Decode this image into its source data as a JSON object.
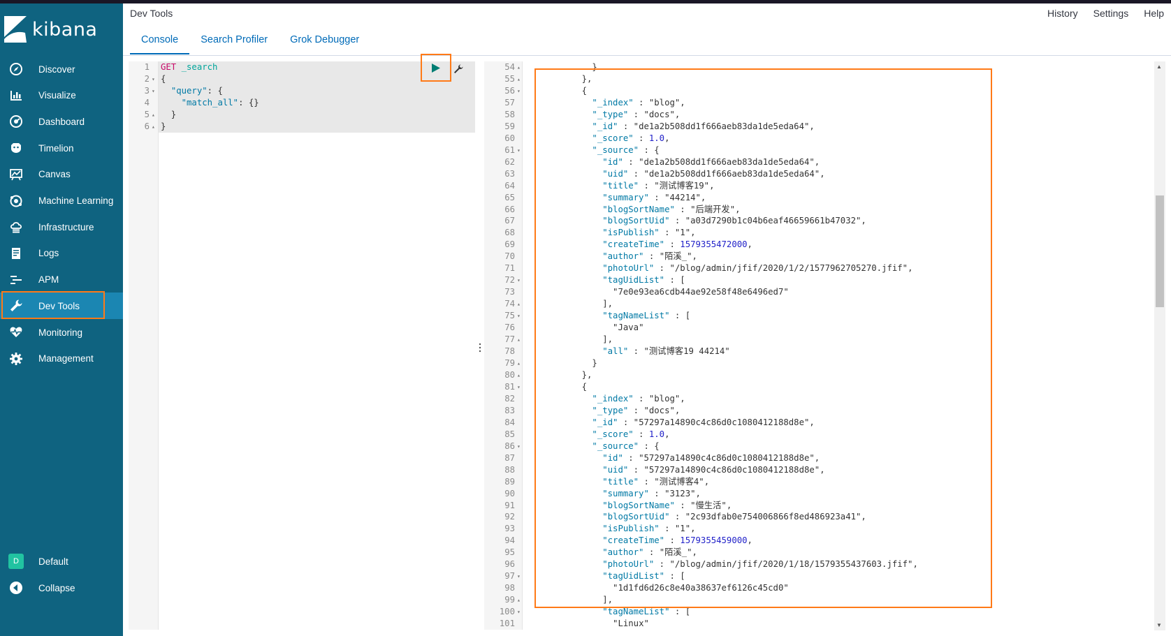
{
  "app": {
    "logo_text": "kibana",
    "title": "Dev Tools"
  },
  "topnav": {
    "history": "History",
    "settings": "Settings",
    "help": "Help"
  },
  "sidebar": {
    "items": [
      {
        "label": "Discover",
        "icon": "compass-icon"
      },
      {
        "label": "Visualize",
        "icon": "bar-chart-icon"
      },
      {
        "label": "Dashboard",
        "icon": "dashboard-icon"
      },
      {
        "label": "Timelion",
        "icon": "timelion-icon"
      },
      {
        "label": "Canvas",
        "icon": "canvas-icon"
      },
      {
        "label": "Machine Learning",
        "icon": "machine-learning-icon"
      },
      {
        "label": "Infrastructure",
        "icon": "infrastructure-icon"
      },
      {
        "label": "Logs",
        "icon": "logs-icon"
      },
      {
        "label": "APM",
        "icon": "apm-icon"
      },
      {
        "label": "Dev Tools",
        "icon": "wrench-icon",
        "active": true
      },
      {
        "label": "Monitoring",
        "icon": "heartbeat-icon"
      },
      {
        "label": "Management",
        "icon": "gear-icon"
      }
    ],
    "space": {
      "avatar_letter": "D",
      "label": "Default"
    },
    "collapse": {
      "label": "Collapse"
    },
    "accent_color": "#ff7a17",
    "background_color": "#0f6380"
  },
  "tabs": [
    {
      "label": "Console",
      "active": true
    },
    {
      "label": "Search Profiler"
    },
    {
      "label": "Grok Debugger"
    }
  ],
  "request_editor": {
    "lines": [
      {
        "n": "1",
        "fold": "",
        "tokens": [
          [
            "method",
            "GET"
          ],
          [
            "plain",
            " "
          ],
          [
            "url",
            "_search"
          ]
        ]
      },
      {
        "n": "2",
        "fold": "▾",
        "tokens": [
          [
            "plain",
            "{"
          ]
        ]
      },
      {
        "n": "3",
        "fold": "▾",
        "tokens": [
          [
            "plain",
            "  "
          ],
          [
            "key",
            "\"query\""
          ],
          [
            "plain",
            ": {"
          ]
        ]
      },
      {
        "n": "4",
        "fold": "",
        "tokens": [
          [
            "plain",
            "    "
          ],
          [
            "key",
            "\"match_all\""
          ],
          [
            "plain",
            ": {}"
          ]
        ]
      },
      {
        "n": "5",
        "fold": "▴",
        "tokens": [
          [
            "plain",
            "  }"
          ]
        ]
      },
      {
        "n": "6",
        "fold": "▴",
        "tokens": [
          [
            "plain",
            "}"
          ]
        ]
      }
    ]
  },
  "response_editor": {
    "lines": [
      {
        "n": "54",
        "fold": "▴",
        "tokens": [
          [
            "plain",
            "      }"
          ]
        ]
      },
      {
        "n": "55",
        "fold": "▴",
        "tokens": [
          [
            "plain",
            "    },"
          ]
        ]
      },
      {
        "n": "56",
        "fold": "▾",
        "tokens": [
          [
            "plain",
            "    {"
          ]
        ]
      },
      {
        "n": "57",
        "fold": "",
        "tokens": [
          [
            "plain",
            "      "
          ],
          [
            "key",
            "\"_index\""
          ],
          [
            "plain",
            " : "
          ],
          [
            "str",
            "\"blog\""
          ],
          [
            "plain",
            ","
          ]
        ]
      },
      {
        "n": "58",
        "fold": "",
        "tokens": [
          [
            "plain",
            "      "
          ],
          [
            "key",
            "\"_type\""
          ],
          [
            "plain",
            " : "
          ],
          [
            "str",
            "\"docs\""
          ],
          [
            "plain",
            ","
          ]
        ]
      },
      {
        "n": "59",
        "fold": "",
        "tokens": [
          [
            "plain",
            "      "
          ],
          [
            "key",
            "\"_id\""
          ],
          [
            "plain",
            " : "
          ],
          [
            "str",
            "\"de1a2b508dd1f666aeb83da1de5eda64\""
          ],
          [
            "plain",
            ","
          ]
        ]
      },
      {
        "n": "60",
        "fold": "",
        "tokens": [
          [
            "plain",
            "      "
          ],
          [
            "key",
            "\"_score\""
          ],
          [
            "plain",
            " : "
          ],
          [
            "num",
            "1.0"
          ],
          [
            "plain",
            ","
          ]
        ]
      },
      {
        "n": "61",
        "fold": "▾",
        "tokens": [
          [
            "plain",
            "      "
          ],
          [
            "key",
            "\"_source\""
          ],
          [
            "plain",
            " : {"
          ]
        ]
      },
      {
        "n": "62",
        "fold": "",
        "tokens": [
          [
            "plain",
            "        "
          ],
          [
            "key",
            "\"id\""
          ],
          [
            "plain",
            " : "
          ],
          [
            "str",
            "\"de1a2b508dd1f666aeb83da1de5eda64\""
          ],
          [
            "plain",
            ","
          ]
        ]
      },
      {
        "n": "63",
        "fold": "",
        "tokens": [
          [
            "plain",
            "        "
          ],
          [
            "key",
            "\"uid\""
          ],
          [
            "plain",
            " : "
          ],
          [
            "str",
            "\"de1a2b508dd1f666aeb83da1de5eda64\""
          ],
          [
            "plain",
            ","
          ]
        ]
      },
      {
        "n": "64",
        "fold": "",
        "tokens": [
          [
            "plain",
            "        "
          ],
          [
            "key",
            "\"title\""
          ],
          [
            "plain",
            " : "
          ],
          [
            "str",
            "\"测试博客19\""
          ],
          [
            "plain",
            ","
          ]
        ]
      },
      {
        "n": "65",
        "fold": "",
        "tokens": [
          [
            "plain",
            "        "
          ],
          [
            "key",
            "\"summary\""
          ],
          [
            "plain",
            " : "
          ],
          [
            "str",
            "\"44214\""
          ],
          [
            "plain",
            ","
          ]
        ]
      },
      {
        "n": "66",
        "fold": "",
        "tokens": [
          [
            "plain",
            "        "
          ],
          [
            "key",
            "\"blogSortName\""
          ],
          [
            "plain",
            " : "
          ],
          [
            "str",
            "\"后端开发\""
          ],
          [
            "plain",
            ","
          ]
        ]
      },
      {
        "n": "67",
        "fold": "",
        "tokens": [
          [
            "plain",
            "        "
          ],
          [
            "key",
            "\"blogSortUid\""
          ],
          [
            "plain",
            " : "
          ],
          [
            "str",
            "\"a03d7290b1c04b6eaf46659661b47032\""
          ],
          [
            "plain",
            ","
          ]
        ]
      },
      {
        "n": "68",
        "fold": "",
        "tokens": [
          [
            "plain",
            "        "
          ],
          [
            "key",
            "\"isPublish\""
          ],
          [
            "plain",
            " : "
          ],
          [
            "str",
            "\"1\""
          ],
          [
            "plain",
            ","
          ]
        ]
      },
      {
        "n": "69",
        "fold": "",
        "tokens": [
          [
            "plain",
            "        "
          ],
          [
            "key",
            "\"createTime\""
          ],
          [
            "plain",
            " : "
          ],
          [
            "num",
            "1579355472000"
          ],
          [
            "plain",
            ","
          ]
        ]
      },
      {
        "n": "70",
        "fold": "",
        "tokens": [
          [
            "plain",
            "        "
          ],
          [
            "key",
            "\"author\""
          ],
          [
            "plain",
            " : "
          ],
          [
            "str",
            "\"陌溪_\""
          ],
          [
            "plain",
            ","
          ]
        ]
      },
      {
        "n": "71",
        "fold": "",
        "tokens": [
          [
            "plain",
            "        "
          ],
          [
            "key",
            "\"photoUrl\""
          ],
          [
            "plain",
            " : "
          ],
          [
            "str",
            "\"/blog/admin/jfif/2020/1/2/1577962705270.jfif\""
          ],
          [
            "plain",
            ","
          ]
        ]
      },
      {
        "n": "72",
        "fold": "▾",
        "tokens": [
          [
            "plain",
            "        "
          ],
          [
            "key",
            "\"tagUidList\""
          ],
          [
            "plain",
            " : ["
          ]
        ]
      },
      {
        "n": "73",
        "fold": "",
        "tokens": [
          [
            "plain",
            "          "
          ],
          [
            "str",
            "\"7e0e93ea6cdb44ae92e58f48e6496ed7\""
          ]
        ]
      },
      {
        "n": "74",
        "fold": "▴",
        "tokens": [
          [
            "plain",
            "        ],"
          ]
        ]
      },
      {
        "n": "75",
        "fold": "▾",
        "tokens": [
          [
            "plain",
            "        "
          ],
          [
            "key",
            "\"tagNameList\""
          ],
          [
            "plain",
            " : ["
          ]
        ]
      },
      {
        "n": "76",
        "fold": "",
        "tokens": [
          [
            "plain",
            "          "
          ],
          [
            "str",
            "\"Java\""
          ]
        ]
      },
      {
        "n": "77",
        "fold": "▴",
        "tokens": [
          [
            "plain",
            "        ],"
          ]
        ]
      },
      {
        "n": "78",
        "fold": "",
        "tokens": [
          [
            "plain",
            "        "
          ],
          [
            "key",
            "\"all\""
          ],
          [
            "plain",
            " : "
          ],
          [
            "str",
            "\"测试博客19 44214\""
          ]
        ]
      },
      {
        "n": "79",
        "fold": "▴",
        "tokens": [
          [
            "plain",
            "      }"
          ]
        ]
      },
      {
        "n": "80",
        "fold": "▴",
        "tokens": [
          [
            "plain",
            "    },"
          ]
        ]
      },
      {
        "n": "81",
        "fold": "▾",
        "tokens": [
          [
            "plain",
            "    {"
          ]
        ]
      },
      {
        "n": "82",
        "fold": "",
        "tokens": [
          [
            "plain",
            "      "
          ],
          [
            "key",
            "\"_index\""
          ],
          [
            "plain",
            " : "
          ],
          [
            "str",
            "\"blog\""
          ],
          [
            "plain",
            ","
          ]
        ]
      },
      {
        "n": "83",
        "fold": "",
        "tokens": [
          [
            "plain",
            "      "
          ],
          [
            "key",
            "\"_type\""
          ],
          [
            "plain",
            " : "
          ],
          [
            "str",
            "\"docs\""
          ],
          [
            "plain",
            ","
          ]
        ]
      },
      {
        "n": "84",
        "fold": "",
        "tokens": [
          [
            "plain",
            "      "
          ],
          [
            "key",
            "\"_id\""
          ],
          [
            "plain",
            " : "
          ],
          [
            "str",
            "\"57297a14890c4c86d0c1080412188d8e\""
          ],
          [
            "plain",
            ","
          ]
        ]
      },
      {
        "n": "85",
        "fold": "",
        "tokens": [
          [
            "plain",
            "      "
          ],
          [
            "key",
            "\"_score\""
          ],
          [
            "plain",
            " : "
          ],
          [
            "num",
            "1.0"
          ],
          [
            "plain",
            ","
          ]
        ]
      },
      {
        "n": "86",
        "fold": "▾",
        "tokens": [
          [
            "plain",
            "      "
          ],
          [
            "key",
            "\"_source\""
          ],
          [
            "plain",
            " : {"
          ]
        ]
      },
      {
        "n": "87",
        "fold": "",
        "tokens": [
          [
            "plain",
            "        "
          ],
          [
            "key",
            "\"id\""
          ],
          [
            "plain",
            " : "
          ],
          [
            "str",
            "\"57297a14890c4c86d0c1080412188d8e\""
          ],
          [
            "plain",
            ","
          ]
        ]
      },
      {
        "n": "88",
        "fold": "",
        "tokens": [
          [
            "plain",
            "        "
          ],
          [
            "key",
            "\"uid\""
          ],
          [
            "plain",
            " : "
          ],
          [
            "str",
            "\"57297a14890c4c86d0c1080412188d8e\""
          ],
          [
            "plain",
            ","
          ]
        ]
      },
      {
        "n": "89",
        "fold": "",
        "tokens": [
          [
            "plain",
            "        "
          ],
          [
            "key",
            "\"title\""
          ],
          [
            "plain",
            " : "
          ],
          [
            "str",
            "\"测试博客4\""
          ],
          [
            "plain",
            ","
          ]
        ]
      },
      {
        "n": "90",
        "fold": "",
        "tokens": [
          [
            "plain",
            "        "
          ],
          [
            "key",
            "\"summary\""
          ],
          [
            "plain",
            " : "
          ],
          [
            "str",
            "\"3123\""
          ],
          [
            "plain",
            ","
          ]
        ]
      },
      {
        "n": "91",
        "fold": "",
        "tokens": [
          [
            "plain",
            "        "
          ],
          [
            "key",
            "\"blogSortName\""
          ],
          [
            "plain",
            " : "
          ],
          [
            "str",
            "\"慢生活\""
          ],
          [
            "plain",
            ","
          ]
        ]
      },
      {
        "n": "92",
        "fold": "",
        "tokens": [
          [
            "plain",
            "        "
          ],
          [
            "key",
            "\"blogSortUid\""
          ],
          [
            "plain",
            " : "
          ],
          [
            "str",
            "\"2c93dfab0e754006866f8ed486923a41\""
          ],
          [
            "plain",
            ","
          ]
        ]
      },
      {
        "n": "93",
        "fold": "",
        "tokens": [
          [
            "plain",
            "        "
          ],
          [
            "key",
            "\"isPublish\""
          ],
          [
            "plain",
            " : "
          ],
          [
            "str",
            "\"1\""
          ],
          [
            "plain",
            ","
          ]
        ]
      },
      {
        "n": "94",
        "fold": "",
        "tokens": [
          [
            "plain",
            "        "
          ],
          [
            "key",
            "\"createTime\""
          ],
          [
            "plain",
            " : "
          ],
          [
            "num",
            "1579355459000"
          ],
          [
            "plain",
            ","
          ]
        ]
      },
      {
        "n": "95",
        "fold": "",
        "tokens": [
          [
            "plain",
            "        "
          ],
          [
            "key",
            "\"author\""
          ],
          [
            "plain",
            " : "
          ],
          [
            "str",
            "\"陌溪_\""
          ],
          [
            "plain",
            ","
          ]
        ]
      },
      {
        "n": "96",
        "fold": "",
        "tokens": [
          [
            "plain",
            "        "
          ],
          [
            "key",
            "\"photoUrl\""
          ],
          [
            "plain",
            " : "
          ],
          [
            "str",
            "\"/blog/admin/jfif/2020/1/18/1579355437603.jfif\""
          ],
          [
            "plain",
            ","
          ]
        ]
      },
      {
        "n": "97",
        "fold": "▾",
        "tokens": [
          [
            "plain",
            "        "
          ],
          [
            "key",
            "\"tagUidList\""
          ],
          [
            "plain",
            " : ["
          ]
        ]
      },
      {
        "n": "98",
        "fold": "",
        "tokens": [
          [
            "plain",
            "          "
          ],
          [
            "str",
            "\"1d1fd6d26c8e40a38637ef6126c45cd0\""
          ]
        ]
      },
      {
        "n": "99",
        "fold": "▴",
        "tokens": [
          [
            "plain",
            "        ],"
          ]
        ]
      },
      {
        "n": "100",
        "fold": "▾",
        "tokens": [
          [
            "plain",
            "        "
          ],
          [
            "key",
            "\"tagNameList\""
          ],
          [
            "plain",
            " : ["
          ]
        ]
      },
      {
        "n": "101",
        "fold": "",
        "tokens": [
          [
            "plain",
            "          "
          ],
          [
            "str",
            "\"Linux\""
          ]
        ]
      }
    ]
  }
}
